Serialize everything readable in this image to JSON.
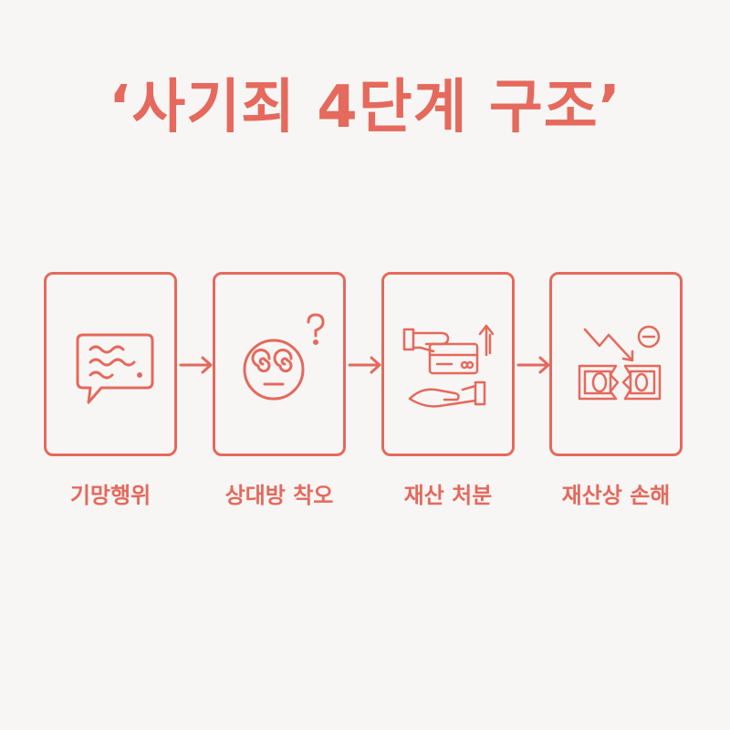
{
  "colors": {
    "accent": "#e5695c",
    "background": "#f7f6f5"
  },
  "title": "‘사기죄 4단계 구조’",
  "steps": [
    {
      "label": "기망행위",
      "icon": "speech-bubble-wavy-icon"
    },
    {
      "label": "상대방 착오",
      "icon": "dizzy-face-question-icon"
    },
    {
      "label": "재산 처분",
      "icon": "card-handover-icon"
    },
    {
      "label": "재산상 손해",
      "icon": "torn-money-loss-icon"
    }
  ]
}
